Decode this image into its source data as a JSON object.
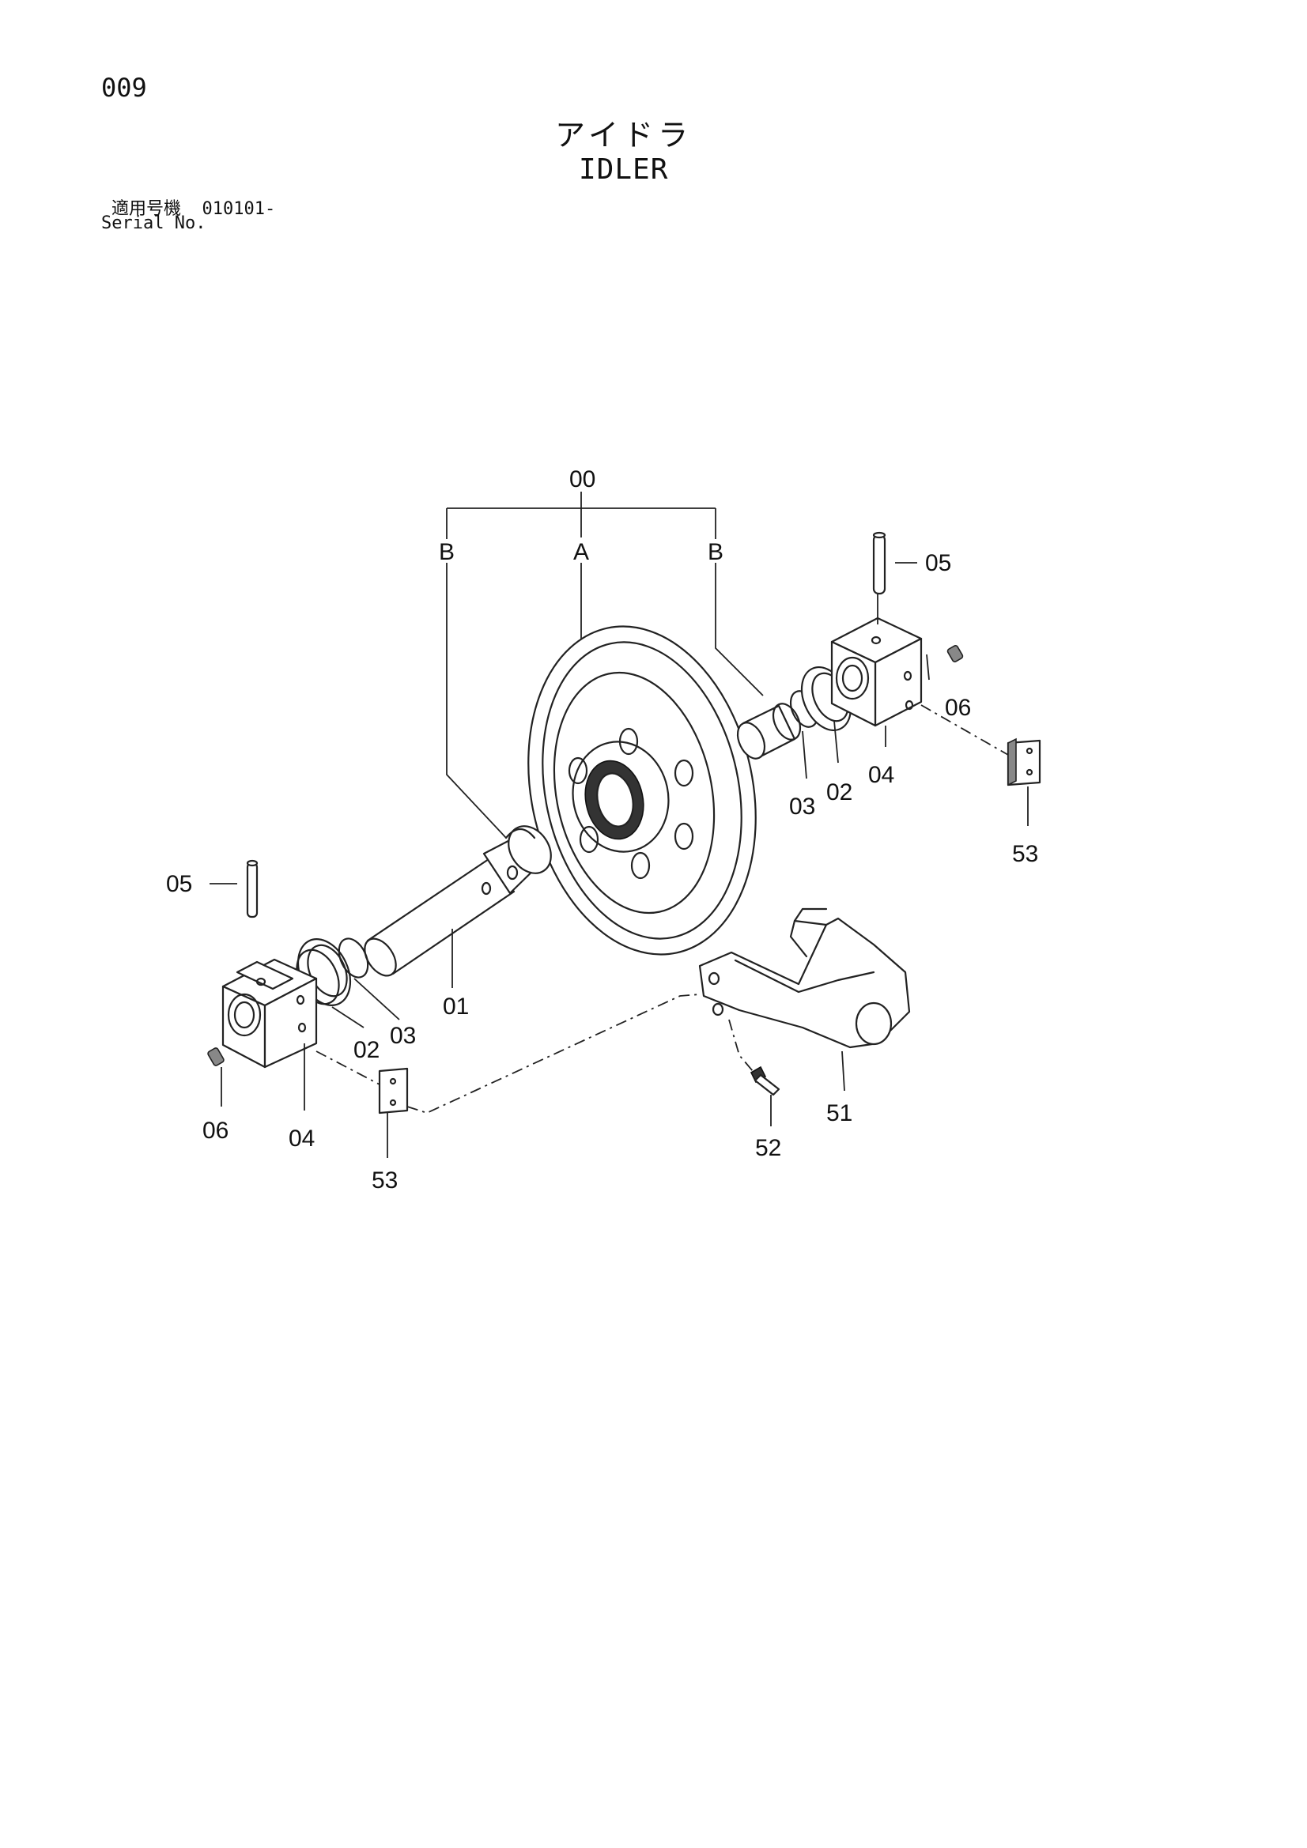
{
  "header": {
    "page_number": "009",
    "title_jp": "アイドラ",
    "title_en": "IDLER",
    "serial_label_jp": "適用号機",
    "serial_value": "010101-",
    "serial_label_en": "Serial No."
  },
  "callouts": {
    "assembly": "00",
    "group_a": "A",
    "group_b_left": "B",
    "group_b_right": "B",
    "shaft": "01",
    "seal_left": "02",
    "seal_right": "02",
    "oring_left": "03",
    "oring_right": "03",
    "bracket_left": "04",
    "bracket_right": "04",
    "pin_left": "05",
    "pin_right": "05",
    "plug_left": "06",
    "plug_right": "06",
    "yoke": "51",
    "bolt": "52",
    "plate_left": "53",
    "plate_right": "53"
  }
}
